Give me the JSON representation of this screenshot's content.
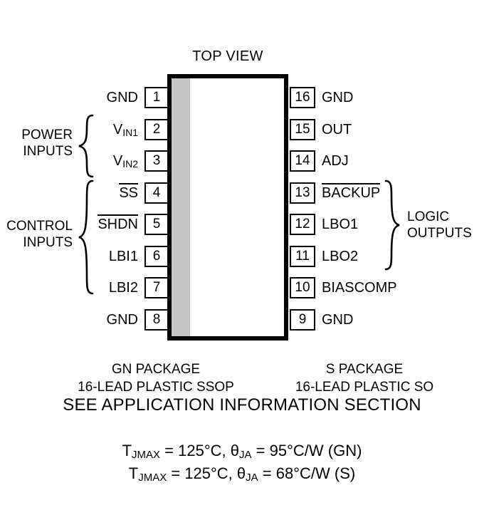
{
  "diagram": {
    "title": "TOP VIEW",
    "package_left": {
      "name": "GN PACKAGE",
      "description": "16-LEAD PLASTIC SSOP"
    },
    "package_right": {
      "name": "S PACKAGE",
      "description": "16-LEAD PLASTIC SO"
    },
    "note": "SEE APPLICATION INFORMATION SECTION",
    "specs": [
      {
        "tj_label": "T",
        "tj_sub": "JMAX",
        "tj_value": " = 125°C, ",
        "theta_label": "θ",
        "theta_sub": "JA",
        "theta_value": " = 95°C/W (GN)"
      },
      {
        "tj_label": "T",
        "tj_sub": "JMAX",
        "tj_value": " = 125°C, ",
        "theta_label": "θ",
        "theta_sub": "JA",
        "theta_value": " = 68°C/W (S)"
      }
    ],
    "pins_left": [
      {
        "number": "1",
        "name": "GND",
        "overline": false,
        "sub": ""
      },
      {
        "number": "2",
        "name": "V",
        "overline": false,
        "sub": "IN1"
      },
      {
        "number": "3",
        "name": "V",
        "overline": false,
        "sub": "IN2"
      },
      {
        "number": "4",
        "name": "SS",
        "overline": true,
        "sub": ""
      },
      {
        "number": "5",
        "name": "SHDN",
        "overline": true,
        "sub": ""
      },
      {
        "number": "6",
        "name": "LBI1",
        "overline": false,
        "sub": ""
      },
      {
        "number": "7",
        "name": "LBI2",
        "overline": false,
        "sub": ""
      },
      {
        "number": "8",
        "name": "GND",
        "overline": false,
        "sub": ""
      }
    ],
    "pins_right": [
      {
        "number": "16",
        "name": "GND",
        "overline": false,
        "sub": ""
      },
      {
        "number": "15",
        "name": "OUT",
        "overline": false,
        "sub": ""
      },
      {
        "number": "14",
        "name": "ADJ",
        "overline": false,
        "sub": ""
      },
      {
        "number": "13",
        "name": "BACKUP",
        "overline": true,
        "sub": ""
      },
      {
        "number": "12",
        "name": "LBO1",
        "overline": false,
        "sub": ""
      },
      {
        "number": "11",
        "name": "LBO2",
        "overline": false,
        "sub": ""
      },
      {
        "number": "10",
        "name": "BIASCOMP",
        "overline": false,
        "sub": ""
      },
      {
        "number": "9",
        "name": "GND",
        "overline": false,
        "sub": ""
      }
    ],
    "groups": {
      "power_inputs": {
        "line1": "POWER",
        "line2": "INPUTS"
      },
      "control_inputs": {
        "line1": "CONTROL",
        "line2": "INPUTS"
      },
      "logic_outputs": {
        "line1": "LOGIC",
        "line2": "OUTPUTS"
      }
    },
    "colors": {
      "outline": "#000000",
      "stripe": "#c6c6c6",
      "background": "#ffffff"
    }
  }
}
